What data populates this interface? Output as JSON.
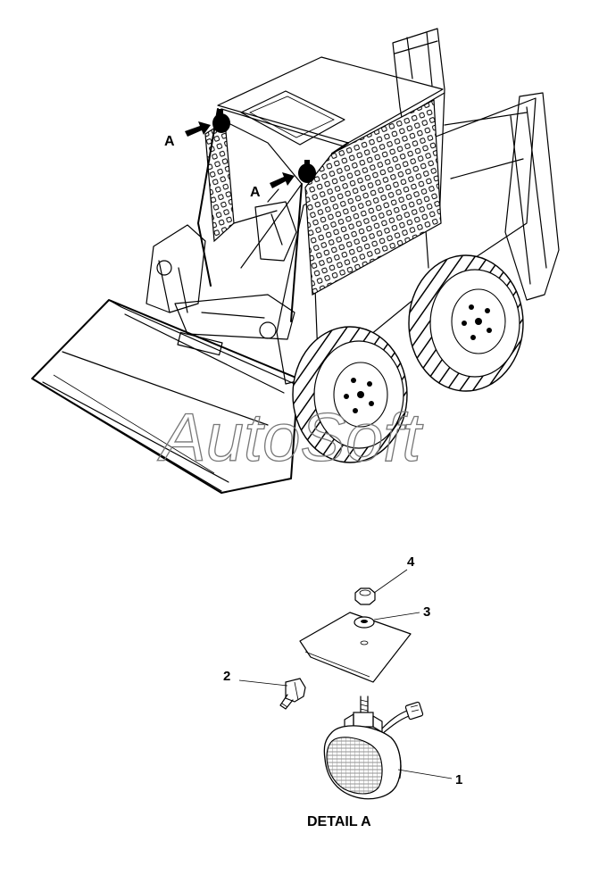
{
  "watermark": "AutoSoft",
  "overview": {
    "callout_a1": "A",
    "callout_a2": "A"
  },
  "detail": {
    "caption": "DETAIL A",
    "callouts": {
      "lamp": "1",
      "elbow_fitting": "2",
      "washer": "3",
      "nut": "4"
    }
  }
}
